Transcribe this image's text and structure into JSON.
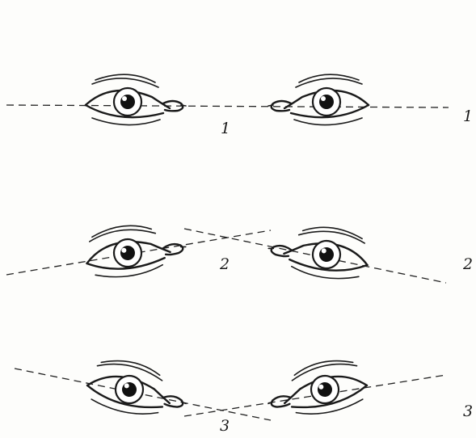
{
  "figure": {
    "rows": [
      {
        "center_label": "1",
        "side_label": "1"
      },
      {
        "center_label": "2",
        "side_label": "2"
      },
      {
        "center_label": "3",
        "side_label": "3"
      }
    ]
  }
}
